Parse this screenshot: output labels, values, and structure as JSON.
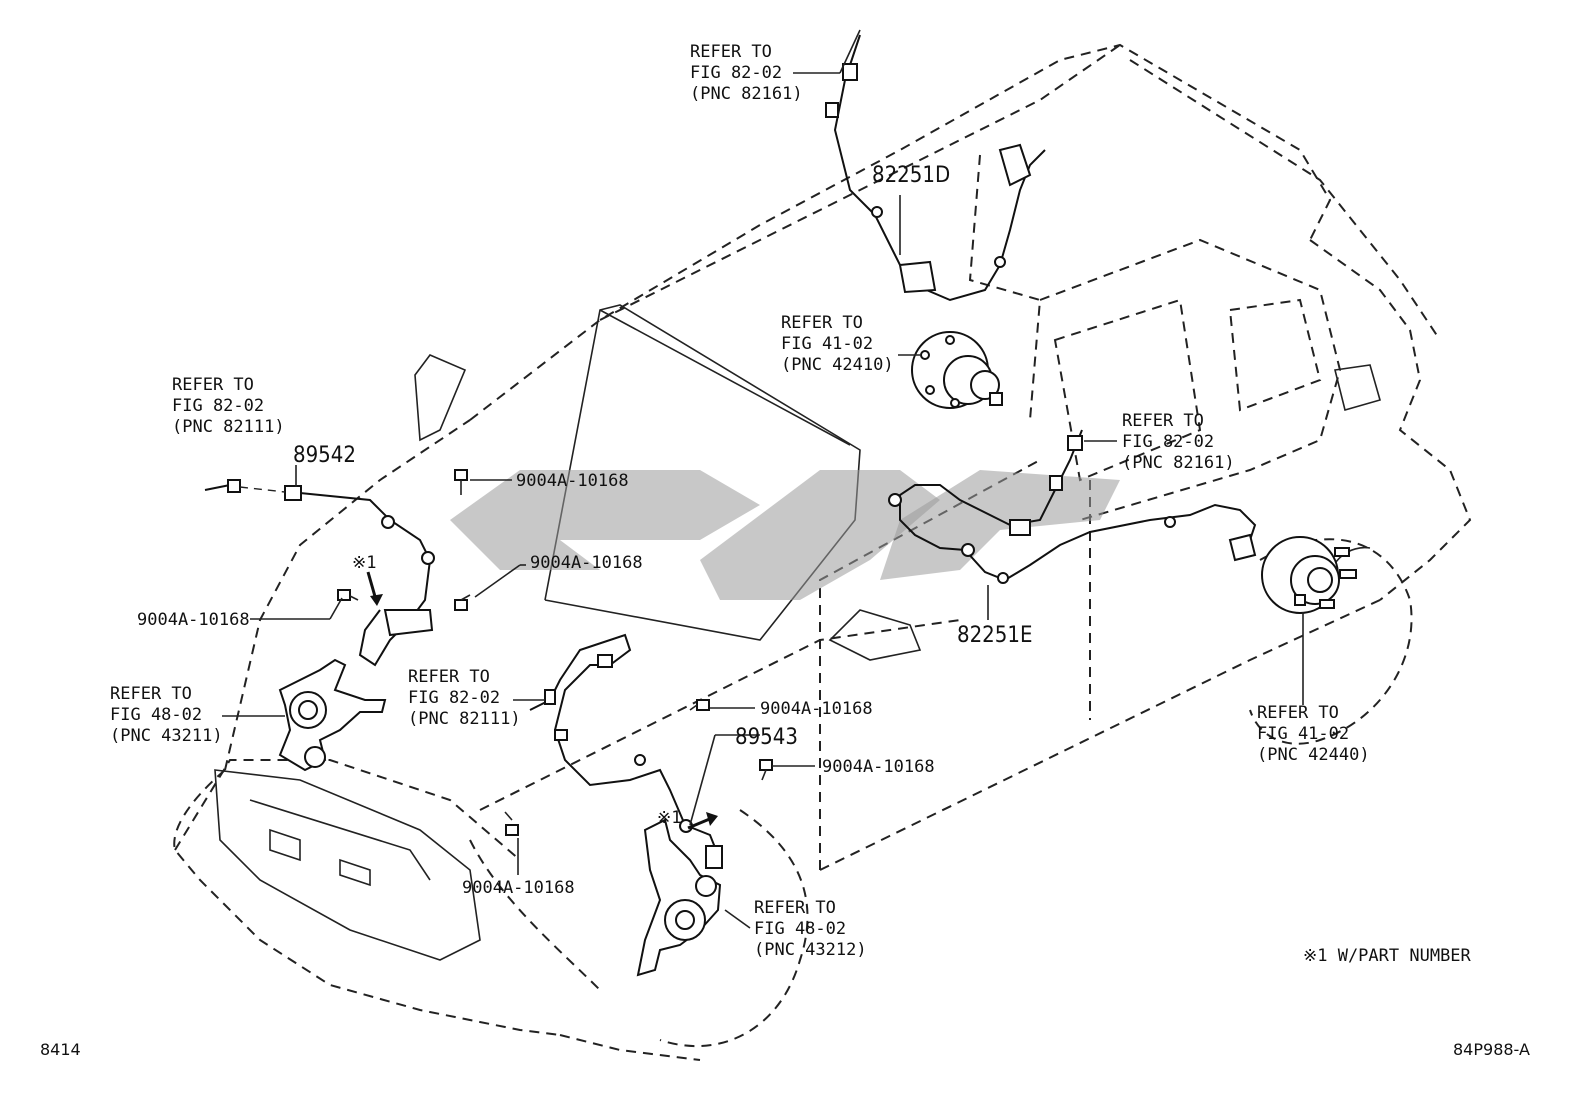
{
  "callouts": {
    "ref_82161_top": [
      "REFER TO",
      "FIG 82-02",
      "(PNC 82161)"
    ],
    "ref_82111_left": [
      "REFER TO",
      "FIG 82-02",
      "(PNC 82111)"
    ],
    "ref_42410": [
      "REFER TO",
      "FIG 41-02",
      "(PNC 42410)"
    ],
    "ref_82161_right": [
      "REFER TO",
      "FIG 82-02",
      "(PNC 82161)"
    ],
    "ref_43211": [
      "REFER TO",
      "FIG 48-02",
      "(PNC 43211)"
    ],
    "ref_82111_mid": [
      "REFER TO",
      "FIG 82-02",
      "(PNC 82111)"
    ],
    "ref_42440": [
      "REFER TO",
      "FIG 41-02",
      "(PNC 42440)"
    ],
    "ref_43212": [
      "REFER TO",
      "FIG 48-02",
      "(PNC 43212)"
    ]
  },
  "part_numbers": {
    "p82251d": "82251D",
    "p89542": "89542",
    "p82251e": "82251E",
    "p89543": "89543",
    "bolt_1": "9004A-10168",
    "bolt_2": "9004A-10168",
    "bolt_3": "9004A-10168",
    "bolt_4": "9004A-10168",
    "bolt_5": "9004A-10168",
    "bolt_6": "9004A-10168"
  },
  "marks": {
    "mark_left": "※1",
    "mark_right": "※1"
  },
  "notes": {
    "legend": "※1 W/PART NUMBER",
    "page_number": "8414",
    "drawing_code": "84P988-A"
  }
}
